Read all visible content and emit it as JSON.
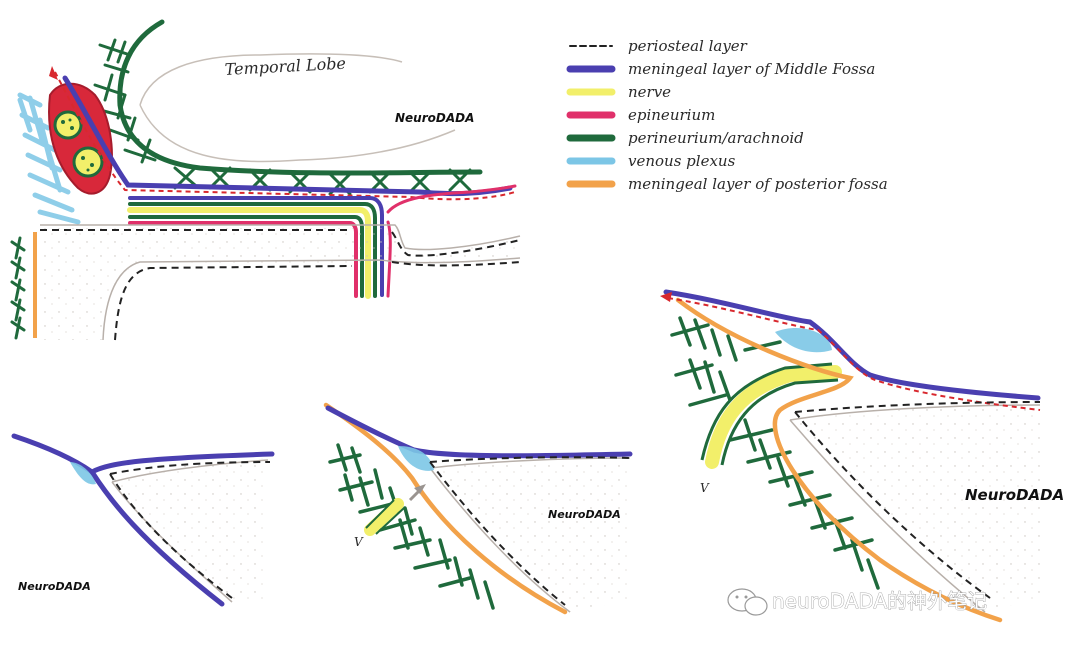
{
  "legend": {
    "items": [
      {
        "label": "periosteal layer",
        "color": "#222222",
        "style": "dashed"
      },
      {
        "label": "meningeal layer of Middle Fossa",
        "color": "#4a3fb0",
        "style": "solid"
      },
      {
        "label": "nerve",
        "color": "#f2ef6a",
        "style": "solid"
      },
      {
        "label": "epineurium",
        "color": "#e0306a",
        "style": "solid"
      },
      {
        "label": "perineurium/arachnoid",
        "color": "#1f6a3c",
        "style": "solid"
      },
      {
        "label": "venous plexus",
        "color": "#7cc6e6",
        "style": "solid"
      },
      {
        "label": "meningeal layer of posterior fossa",
        "color": "#f2a24a",
        "style": "solid"
      }
    ]
  },
  "labels": {
    "temporal_lobe": "Temporal Lobe",
    "brand_1": "NeuroDADA",
    "brand_2": "NeuroDADA",
    "brand_3": "NeuroDADA",
    "brand_4": "NeuroDADA",
    "nerve_mark_1": "V",
    "nerve_mark_2": "V",
    "watermark": "neuroDADA的神外笔记"
  },
  "colors": {
    "periosteal": "#222222",
    "meningeal_middle": "#4a3fb0",
    "nerve": "#f2ef6a",
    "epineurium": "#e0306a",
    "perineurium": "#1f6a3c",
    "venous": "#7cc6e6",
    "meningeal_posterior": "#f2a24a",
    "bone_outline": "#b8b0aa",
    "bone_fill": "#f7f6f3",
    "dura_red": "#d8282e"
  },
  "icons": {
    "watermark_icon": "wechat-icon"
  }
}
